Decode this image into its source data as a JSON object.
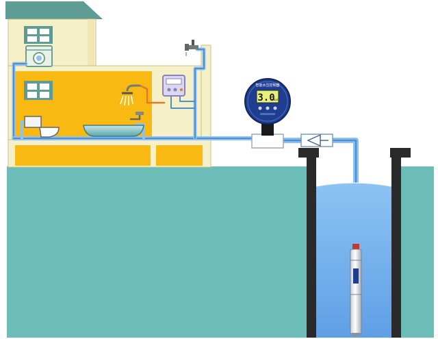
{
  "controller": {
    "title": "智能水压控制器",
    "display_value": "3.0",
    "display_unit": "bar",
    "buttons": [
      "",
      "",
      ""
    ]
  },
  "colors": {
    "ground": "#6cbcb8",
    "house_wall": "#f5f0c8",
    "house_fill": "#f8b912",
    "roof": "#5f9c96",
    "pipe": "#4a90d9",
    "pipe_light": "#8fc1ee",
    "water": "#7fb9f0",
    "well_casing": "#2a2a2a",
    "controller_face": "#1f3e8f",
    "lcd": "#e8f07a"
  },
  "icons": {
    "window": "window-icon",
    "washing_machine": "washing-machine-icon",
    "toilet": "toilet-icon",
    "bathtub": "bathtub-icon",
    "shower": "shower-icon",
    "water_heater": "water-heater-icon",
    "faucet": "faucet-icon",
    "check_valve": "check-valve-icon",
    "pressure_controller": "pressure-controller-icon",
    "submersible_pump": "submersible-pump-icon"
  }
}
